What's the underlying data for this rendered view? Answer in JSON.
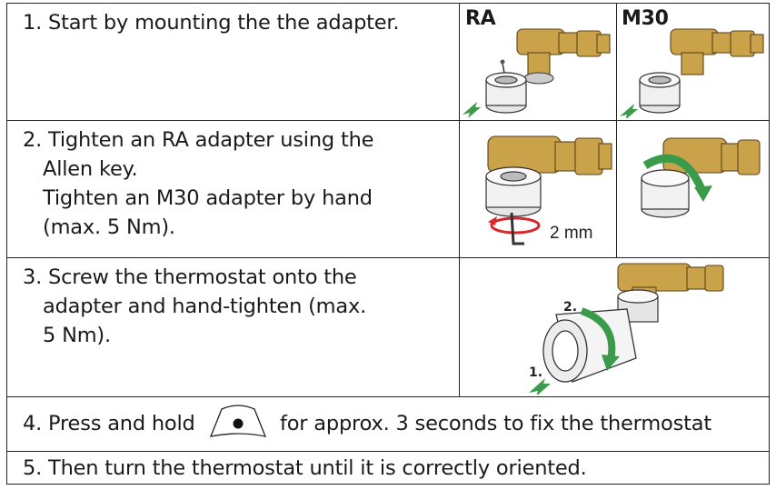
{
  "steps": [
    {
      "lines": [
        "1. Start by mounting the the adapter."
      ]
    },
    {
      "lines": [
        "2. Tighten an RA adapter using the",
        "Allen key.",
        "Tighten an M30 adapter by hand",
        "(max. 5 Nm)."
      ]
    },
    {
      "lines": [
        "3. Screw the thermostat onto the",
        "adapter and hand-tighten (max.",
        "5 Nm)."
      ]
    },
    {
      "before": "4. Press and hold",
      "after": "for approx. 3 seconds to fix the thermostat"
    },
    {
      "lines": [
        "5. Then turn the thermostat until it is correctly oriented."
      ]
    }
  ],
  "headers": {
    "ra": "RA",
    "m30": "M30"
  },
  "figure_labels": {
    "allen_key_size": "2 mm",
    "step_one": "1.",
    "step_two": "2."
  },
  "colors": {
    "arrow_green": "#3b9b4a",
    "arrow_red": "#d9262a",
    "brass": "#c9a24a",
    "line": "#222222"
  },
  "icons": [
    "arrow-icon",
    "button-dot-icon"
  ]
}
